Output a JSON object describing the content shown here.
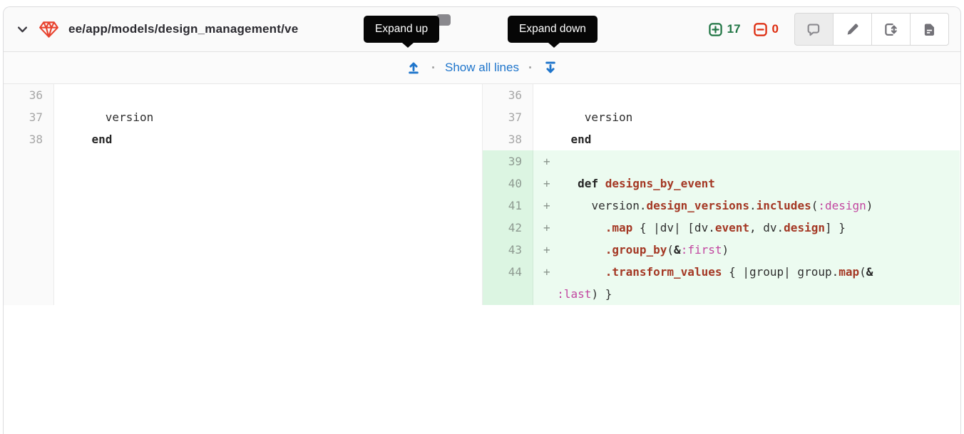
{
  "file_header": {
    "path": "ee/app/models/design_management/ve",
    "additions_count": "17",
    "deletions_count": "0",
    "action_icons": [
      "comment-icon",
      "pencil-icon",
      "compare-versions-icon",
      "view-file-icon"
    ]
  },
  "expand_bar": {
    "show_all_label": "Show all lines",
    "separator": "·",
    "icons": [
      "expand-up-icon",
      "expand-down-icon"
    ]
  },
  "tooltips": {
    "up": "Expand up",
    "down": "Expand down"
  },
  "colors": {
    "accent_blue": "#1f75cb",
    "additions_green": "#217645",
    "deletions_red": "#dd2b0e",
    "tooltip_bg": "#060606",
    "added_line_bg": "#ecfbf0",
    "added_gutter_bg": "#dcf5e2",
    "syntax_keyword": "#262626",
    "syntax_function": "#a43824",
    "syntax_symbol": "#c246a0"
  },
  "diff": {
    "left": {
      "lines": [
        {
          "num": "36",
          "added": false,
          "segs": []
        },
        {
          "num": "37",
          "added": false,
          "segs": [
            {
              "t": "      version",
              "c": "p"
            }
          ]
        },
        {
          "num": "38",
          "added": false,
          "segs": [
            {
              "t": "    ",
              "c": "p"
            },
            {
              "t": "end",
              "c": "k"
            }
          ]
        }
      ]
    },
    "right": {
      "lines": [
        {
          "num": "36",
          "added": false,
          "segs": []
        },
        {
          "num": "37",
          "added": false,
          "segs": [
            {
              "t": "      version",
              "c": "p"
            }
          ]
        },
        {
          "num": "38",
          "added": false,
          "segs": [
            {
              "t": "    ",
              "c": "p"
            },
            {
              "t": "end",
              "c": "k"
            }
          ]
        },
        {
          "num": "39",
          "added": true,
          "segs": [
            {
              "t": "+",
              "c": "add"
            }
          ]
        },
        {
          "num": "40",
          "added": true,
          "segs": [
            {
              "t": "+",
              "c": "add"
            },
            {
              "t": "    ",
              "c": "p"
            },
            {
              "t": "def",
              "c": "k"
            },
            {
              "t": " ",
              "c": "p"
            },
            {
              "t": "designs_by_event",
              "c": "nf"
            }
          ]
        },
        {
          "num": "41",
          "added": true,
          "segs": [
            {
              "t": "+",
              "c": "add"
            },
            {
              "t": "      version.",
              "c": "p"
            },
            {
              "t": "design_versions",
              "c": "nf"
            },
            {
              "t": ".",
              "c": "p"
            },
            {
              "t": "includes",
              "c": "nf"
            },
            {
              "t": "(",
              "c": "p"
            },
            {
              "t": ":design",
              "c": "ss"
            },
            {
              "t": ")",
              "c": "p"
            }
          ]
        },
        {
          "num": "42",
          "added": true,
          "segs": [
            {
              "t": "+",
              "c": "add"
            },
            {
              "t": "        ",
              "c": "p"
            },
            {
              "t": ".map",
              "c": "nf"
            },
            {
              "t": " { |dv| [dv.",
              "c": "p"
            },
            {
              "t": "event",
              "c": "nf"
            },
            {
              "t": ", dv.",
              "c": "p"
            },
            {
              "t": "design",
              "c": "nf"
            },
            {
              "t": "] }",
              "c": "p"
            }
          ]
        },
        {
          "num": "43",
          "added": true,
          "segs": [
            {
              "t": "+",
              "c": "add"
            },
            {
              "t": "        ",
              "c": "p"
            },
            {
              "t": ".group_by",
              "c": "nf"
            },
            {
              "t": "(",
              "c": "p"
            },
            {
              "t": "&",
              "c": "o"
            },
            {
              "t": ":first",
              "c": "ss"
            },
            {
              "t": ")",
              "c": "p"
            }
          ]
        },
        {
          "num": "44",
          "added": true,
          "segs": [
            {
              "t": "+",
              "c": "add"
            },
            {
              "t": "        ",
              "c": "p"
            },
            {
              "t": ".transform_values",
              "c": "nf"
            },
            {
              "t": " { |group| group.",
              "c": "p"
            },
            {
              "t": "map",
              "c": "nf"
            },
            {
              "t": "(",
              "c": "p"
            },
            {
              "t": "&",
              "c": "o"
            },
            {
              "t": "\n  ",
              "c": "p"
            },
            {
              "t": ":last",
              "c": "ss"
            },
            {
              "t": ") }",
              "c": "p"
            }
          ]
        }
      ]
    }
  }
}
